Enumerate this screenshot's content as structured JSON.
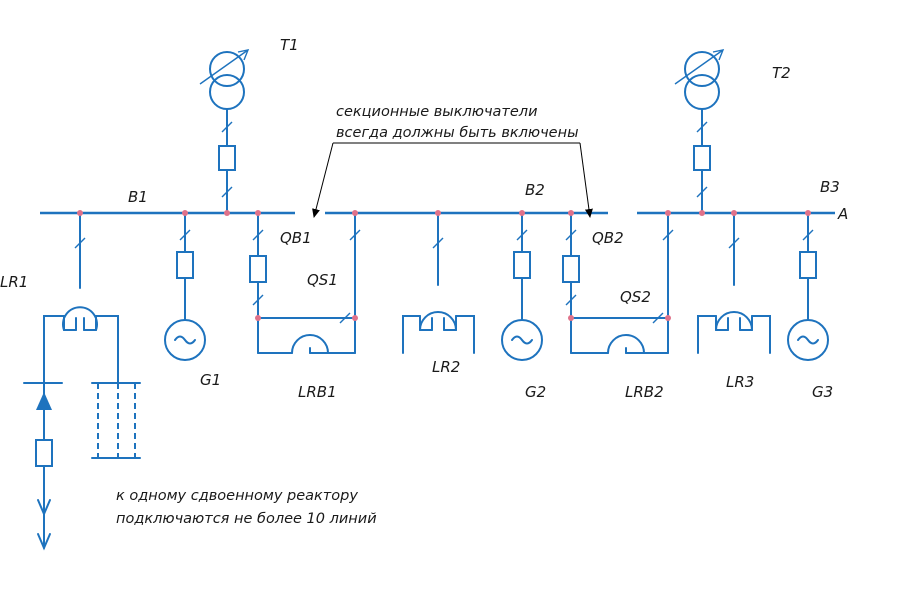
{
  "labels": {
    "t1": "T1",
    "t2": "T2",
    "b1": "B1",
    "b2": "B2",
    "b3": "B3",
    "a": "A",
    "qb1": "QB1",
    "qb2": "QB2",
    "qs1": "QS1",
    "qs2": "QS2",
    "lr1": "LR1",
    "lr2": "LR2",
    "lr3": "LR3",
    "lrb1": "LRB1",
    "lrb2": "LRB2",
    "g1": "G1",
    "g2": "G2",
    "g3": "G3"
  },
  "notes": {
    "sectional_line1": "секционные выключатели",
    "sectional_line2": "всегда должны быть включены",
    "reactor_line1": "к одному сдвоенному реактору",
    "reactor_line2": "подключаются не более 10 линий"
  },
  "colors": {
    "wire": "#1e73be",
    "node": "#e0728a",
    "text": "#1a1a1a"
  }
}
